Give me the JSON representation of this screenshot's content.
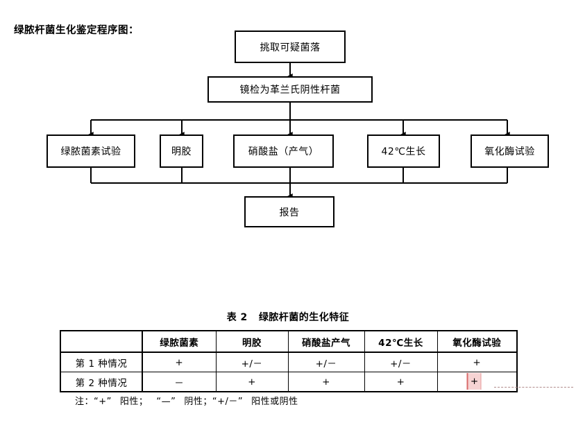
{
  "document": {
    "title": "绿脓杆菌生化鉴定程序图："
  },
  "flowchart": {
    "nodes": [
      {
        "id": "pick-colony",
        "label": "挑取可疑菌落"
      },
      {
        "id": "gram-stain",
        "label": "镜检为革兰氏阴性杆菌"
      },
      {
        "id": "pyocyanin",
        "label": "绿脓菌素试验"
      },
      {
        "id": "gelatin",
        "label": "明胶"
      },
      {
        "id": "nitrate",
        "label": "硝酸盐（产气）"
      },
      {
        "id": "growth42",
        "label": "42℃生长"
      },
      {
        "id": "oxidase",
        "label": "氧化酶试验"
      },
      {
        "id": "report",
        "label": "报告"
      }
    ]
  },
  "table": {
    "caption_number": "表 2",
    "caption_text": "绿脓杆菌的生化特征",
    "columns": [
      "",
      "绿脓菌素",
      "明胶",
      "硝酸盐产气",
      "42℃生长",
      "氧化酶试验"
    ],
    "rows": [
      {
        "label": "第 1 种情况",
        "values": [
          "+",
          "+/－",
          "+/－",
          "+/－",
          "+"
        ]
      },
      {
        "label": "第 2 种情况",
        "values": [
          "－",
          "+",
          "+",
          "+",
          "+"
        ]
      }
    ],
    "highlight": {
      "row": 1,
      "column": 4,
      "value": "+",
      "fill": "#f6d3d3",
      "border": "#d86a6a"
    },
    "note": {
      "prefix": "注：",
      "plus_symbol": "“+”",
      "plus_meaning": "阳性；",
      "minus_symbol": "“—”",
      "minus_meaning": "阴性；",
      "both_symbol": "“+/－”",
      "both_meaning": "阳性或阴性"
    }
  }
}
